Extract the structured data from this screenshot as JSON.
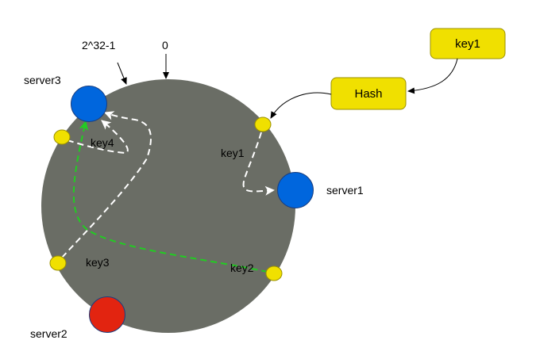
{
  "labels": {
    "zero": "0",
    "max": "2^32-1",
    "server1": "server1",
    "server2": "server2",
    "server3": "server3",
    "key1": "key1",
    "key2": "key2",
    "key3": "key3",
    "key4": "key4"
  },
  "boxes": {
    "key1": "key1",
    "hash": "Hash"
  },
  "colors": {
    "ring": "#6a6d65",
    "server_blue": "#0066dd",
    "server_red": "#e22410",
    "key_yellow": "#f0e000",
    "path_white": "#ffffff",
    "path_green": "#22cc22"
  }
}
